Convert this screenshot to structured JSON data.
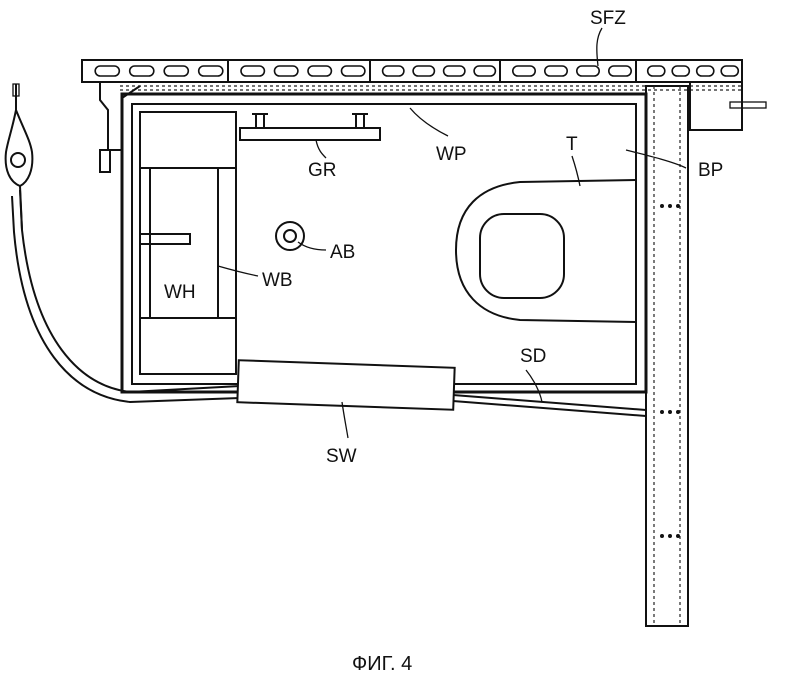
{
  "labels": {
    "sfz": "SFZ",
    "wp": "WP",
    "gr": "GR",
    "t": "T",
    "bp": "BP",
    "ab": "AB",
    "wh": "WH",
    "wb": "WB",
    "sd": "SD",
    "sw": "SW"
  },
  "caption": "ФИГ. 4"
}
